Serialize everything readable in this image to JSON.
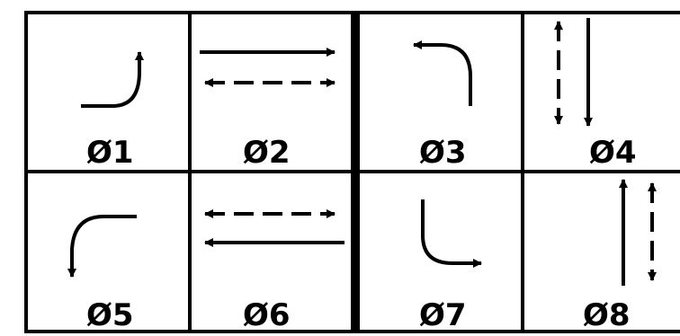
{
  "diagram": {
    "phases": [
      {
        "label": "Ø1",
        "movement": "left-turn",
        "line_style": "solid"
      },
      {
        "label": "Ø2",
        "movement": "through-pair",
        "line_style": "solid-and-dashed"
      },
      {
        "label": "Ø3",
        "movement": "left-turn",
        "line_style": "solid"
      },
      {
        "label": "Ø4",
        "movement": "through-pair",
        "line_style": "dashed-and-solid"
      },
      {
        "label": "Ø5",
        "movement": "left-turn",
        "line_style": "solid"
      },
      {
        "label": "Ø6",
        "movement": "through-pair",
        "line_style": "dashed-and-solid"
      },
      {
        "label": "Ø7",
        "movement": "left-turn",
        "line_style": "solid"
      },
      {
        "label": "Ø8",
        "movement": "through-pair",
        "line_style": "solid-and-dashed"
      }
    ],
    "colors": {
      "ink": "#000000",
      "background": "#ffffff"
    }
  }
}
